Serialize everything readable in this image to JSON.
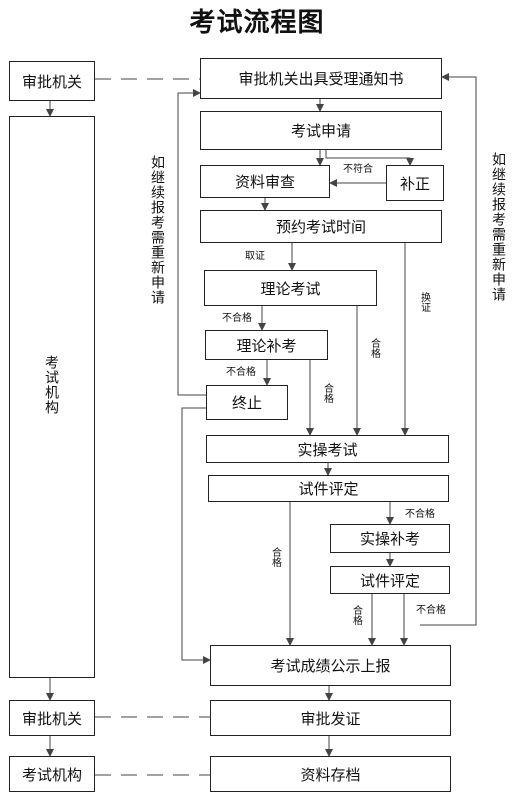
{
  "title": "考试流程图",
  "left_column": {
    "approval_top": "审批机关",
    "exam_body": "考试机构",
    "approval_bottom": "审批机关",
    "exam_body_bottom": "考试机构"
  },
  "steps": {
    "notice": "审批机关出具受理通知书",
    "application": "考试申请",
    "review": "资料审查",
    "supplement": "补正",
    "schedule": "预约考试时间",
    "theory": "理论考试",
    "theory_retake": "理论补考",
    "terminate": "终止",
    "practical": "实操考试",
    "piece_eval": "试件评定",
    "practical_retake": "实操补考",
    "piece_eval_2": "试件评定",
    "publish": "考试成绩公示上报",
    "certify": "审批发证",
    "archive": "资料存档"
  },
  "side_notes": {
    "left": "如继续报考需重新申请",
    "right": "如继续报考需重新申请"
  },
  "edge_labels": {
    "fail_review": "不符合",
    "take_cert": "取证",
    "fail_theory": "不合格",
    "fail_retake": "不合格",
    "renew_cert": "换证",
    "pass_theory": "合格",
    "pass_retake": "合格",
    "fail_piece": "不合格",
    "pass_piece": "合格",
    "pass_piece_2": "合格",
    "fail_piece_2": "不合格"
  }
}
